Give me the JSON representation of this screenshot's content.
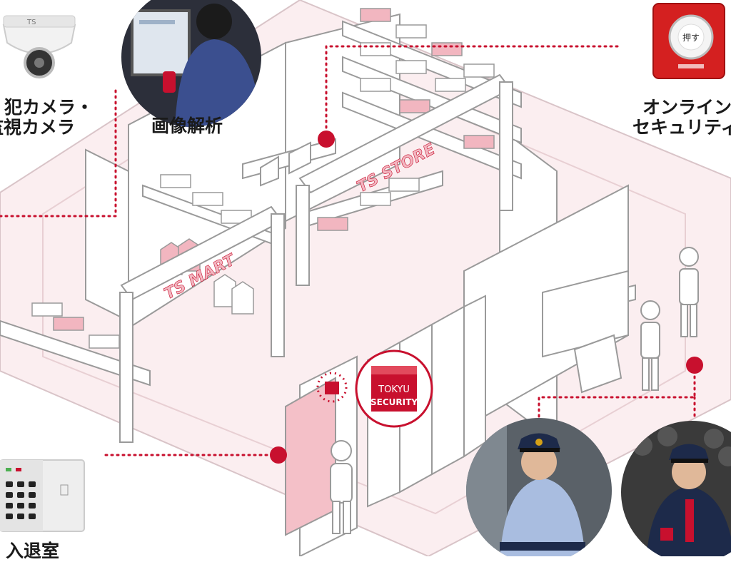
{
  "labels": {
    "camera_line1": "犯カメラ・",
    "camera_line2": "監視カメラ",
    "image_analysis": "画像解析",
    "online_line1": "オンライン",
    "online_line2": "セキュリティ",
    "entry_exit": "入退室"
  },
  "store_signs": {
    "mart": "TS MART",
    "store": "TS STORE"
  },
  "logo": {
    "line1": "TOKYU",
    "line2": "SECURITY"
  },
  "device_texts": {
    "camera_brand": "TS",
    "alarm_button": "押す"
  },
  "colors": {
    "accent": "#c8102e",
    "floor_pink": "#fbe9ec",
    "line_gray": "#9a9a9a",
    "uniform_blue": "#3b4f8f"
  }
}
